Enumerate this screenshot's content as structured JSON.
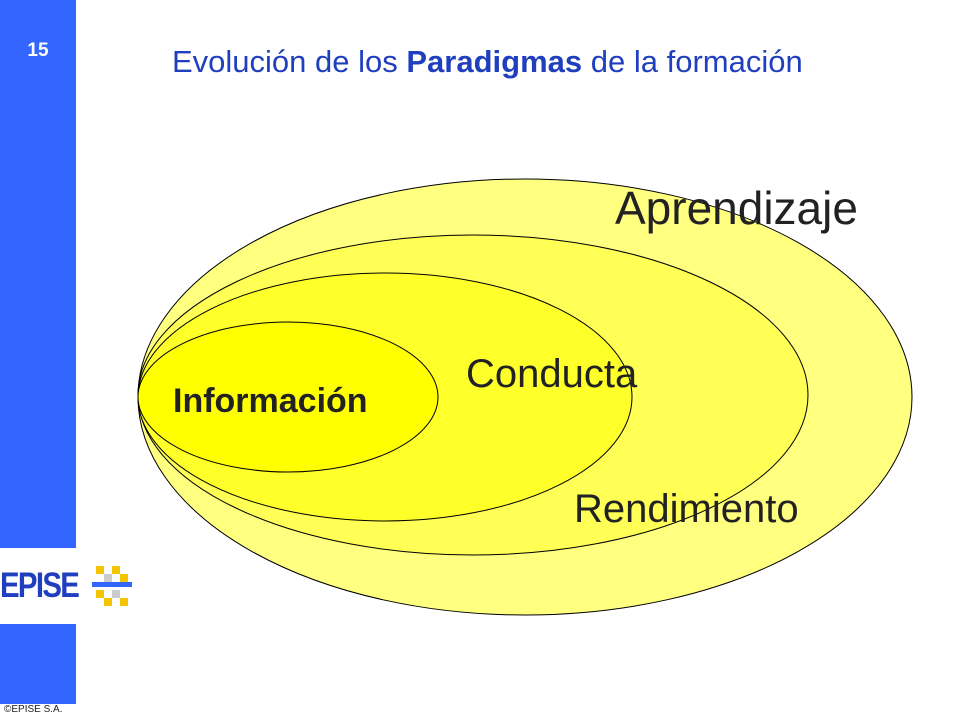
{
  "slide": {
    "number": "15",
    "title_prefix": "Evolución de los ",
    "title_bold": "Paradigmas",
    "title_suffix": " de la formación"
  },
  "diagram": {
    "labels": {
      "aprendizaje": "Aprendizaje",
      "rendimiento": "Rendimiento",
      "conducta": "Conducta",
      "informacion": "Información"
    }
  },
  "colors": {
    "sidebar": "#3366ff",
    "title": "#1f3fbf",
    "ellipse_outer": "#ffff80",
    "ellipse_2": "#ffff55",
    "ellipse_3": "#ffff2a",
    "ellipse_inner": "#ffff00"
  },
  "footer": {
    "logo_text": "EPISE",
    "copyright": "©EPISE S.A."
  }
}
